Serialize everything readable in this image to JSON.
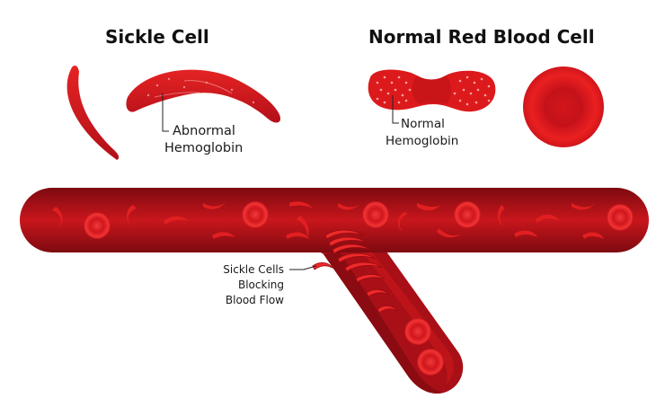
{
  "titles": {
    "sickle": "Sickle Cell",
    "normal": "Normal Red Blood Cell"
  },
  "labels": {
    "abnormal_line1": "Abnormal",
    "abnormal_line2": "Hemoglobin",
    "normal_line1": "Normal",
    "normal_line2": "Hemoglobin",
    "blocking_line1": "Sickle Cells",
    "blocking_line2": "Blocking",
    "blocking_line3": "Blood Flow"
  },
  "colors": {
    "cell_red": "#e31a1a",
    "vessel_dark": "#8c0c12",
    "vessel_mid": "#c4141b",
    "text": "#111111"
  }
}
